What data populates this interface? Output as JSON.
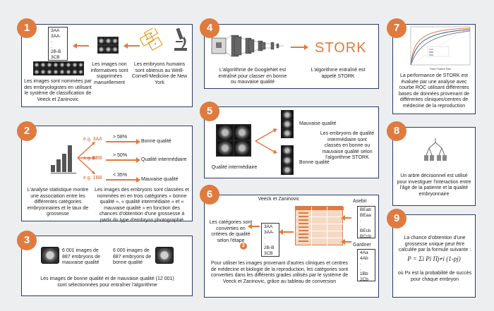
{
  "panels": {
    "p1": {
      "number": "1",
      "codes": [
        "3AA",
        "3AA-",
        ".",
        ".",
        "2B-B",
        "3CB"
      ],
      "caption_left": "Les images sont nommées par des embryologistes en utilisant le système de classification de Veeck et Zaninovic",
      "caption_mid": "Les images non informatives sont supprimées manuellement",
      "caption_right": "Les embryons humains sont obtenus au Weill-Cornell-Medicine de New York"
    },
    "p2": {
      "number": "2",
      "examples": [
        "e.g. 3AA",
        "e.g. 3BB",
        "e.g. 1BB"
      ],
      "thresholds": [
        "> 58%",
        "> 50%",
        "< 35%"
      ],
      "qualities": [
        "Bonne qualité",
        "Qualité intermédiaire",
        "Mauvaise qualité"
      ],
      "caption_left": "L'analyse statistique montre une association entre les différentes catégories embryonnaires et le taux de grossesse",
      "caption_right": "Les images des embryons sont classées et nommées en en trois catégories « bonne qualité », « qualité intermédiaire » et « mauvaise qualité » en fonction des chances d'obtention d'une grossesse à partir du type d'embryon photographié"
    },
    "p3": {
      "number": "3",
      "left_text": "6 001 images de 887 embryons de mauvaise qualité",
      "right_text": "6 000 images de 887 embryons de bonne qualité",
      "caption": "Les images de bonne qualité et de mauvaise qualité (12 001) sont sélectionnées pour entraîner l'algorithme"
    },
    "p4": {
      "number": "4",
      "caption_left": "L'algorithme de GoogleNet est entraîné pour classer en bonne ou mauvaise qualité",
      "logo": "STORK",
      "caption_right": "L'algorithme entraîné est appelé STORK"
    },
    "p5": {
      "number": "5",
      "input_label": "Qualité intermédiaire",
      "top_label": "Mauvaise qualité",
      "bottom_label": "Bonne qualité",
      "caption": "Les embryons de qualité intermédiaire sont classés en bonne ou mauvaise qualité selon l'algorithme STORK"
    },
    "p6": {
      "number": "6",
      "title": "Veeck et Zaninovic",
      "left_text": "Les catégories sont converties en critères de qualité selon l'étape",
      "step_marker": "2",
      "codes_mid": [
        "3AA",
        "3AA-",
        ".",
        ".",
        "2B-B",
        "3CB"
      ],
      "asebir_title": "Asebir",
      "asebir_codes": [
        "BEab",
        "BEaa",
        ".",
        ".",
        "BEcb",
        "BCcb"
      ],
      "gardner_title": "Gardner",
      "gardner_codes": [
        "4Aa",
        "4Ab",
        ".",
        ".",
        "1Bb",
        "2Cb"
      ],
      "caption": "Pour utiliser les images provenant d'autres cliniques et centres de médecine et biologie de la reproduction, les catégories sont converties dans les différents grades utilisés par le système de Veeck et Zaninovic, grâce au tableau de conversion"
    },
    "p7": {
      "number": "7",
      "caption": "La performance de STORK est évaluée par une analyse avec courbe ROC utilisant différentes bases de données provenant de différentes cliniques/centres de médecine de la reproduction",
      "axis_x": "False Positive Rate"
    },
    "p8": {
      "number": "8",
      "caption": "Un arbre décisionnel est utilisé pour investiguer l'interaction entre l'âge de la patiente et la qualité embryonnaire"
    },
    "p9": {
      "number": "9",
      "caption_top": "La chance d'obtention d'une grossesse unique peut être calculée par la formule suivante :",
      "formula": "P = Σi Pi Πj≠i (1-pj)",
      "caption_bottom": "où Px est la probabilité de succès pour chaque embryon"
    }
  },
  "colors": {
    "accent": "#e07a3e",
    "border": "#2c3a66",
    "background": "#eceef0"
  }
}
